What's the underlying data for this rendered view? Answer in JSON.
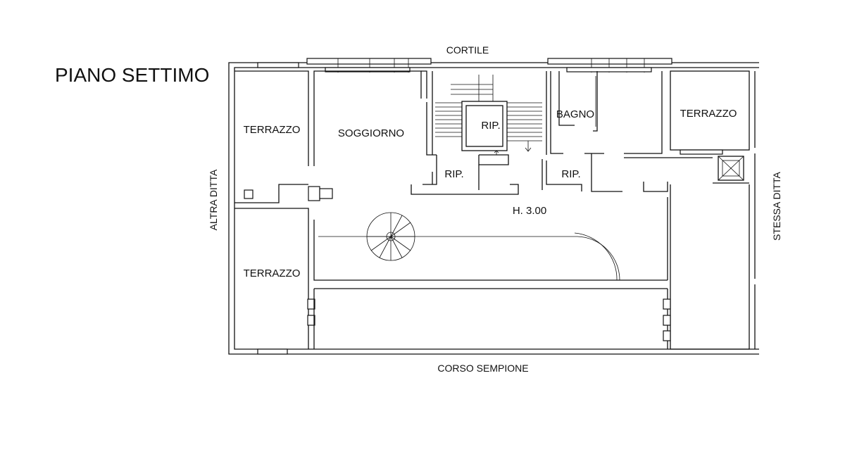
{
  "plan": {
    "title": "PIANO SETTIMO",
    "edges": {
      "top": "CORTILE",
      "bottom": "CORSO SEMPIONE",
      "left": "ALTRA DITTA",
      "right": "STESSA DITTA"
    },
    "rooms": {
      "terrazzo_top_left": "TERRAZZO",
      "terrazzo_bottom_left": "TERRAZZO",
      "soggiorno": "SOGGIORNO",
      "rip_stair_core": "RIP.",
      "rip_lower_middle": "RIP.",
      "bagno": "BAGNO",
      "rip_right": "RIP.",
      "terrazzo_right": "TERRAZZO"
    },
    "height_note": "H. 3.00"
  }
}
